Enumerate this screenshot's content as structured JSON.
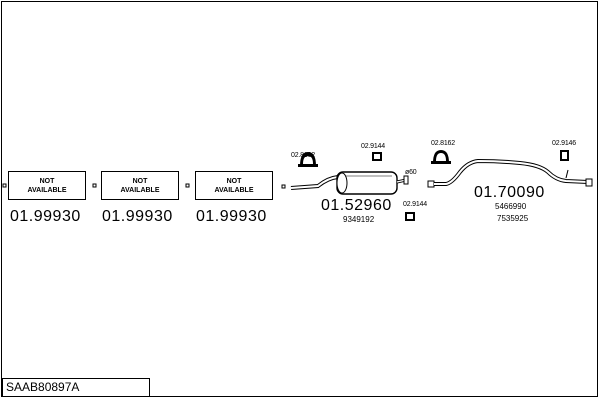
{
  "not_available_boxes": [
    {
      "line1": "NOT",
      "line2": "AVAILABLE",
      "part": "01.99930"
    },
    {
      "line1": "NOT",
      "line2": "AVAILABLE",
      "part": "01.99930"
    },
    {
      "line1": "NOT",
      "line2": "AVAILABLE",
      "part": "01.99930"
    }
  ],
  "middle_section": {
    "part": "01.52960",
    "oe_ref": "9349192",
    "clamp_label": "ø60",
    "hanger_left": "02.8162",
    "hanger_top": "02.9144",
    "hanger_bottom": "02.9144"
  },
  "rear_section": {
    "part": "01.70090",
    "oe_ref_1": "5466990",
    "oe_ref_2": "7535925",
    "hanger_left": "02.8162",
    "hanger_right": "02.9146"
  },
  "footer": {
    "code": "SAAB80897A"
  },
  "icons": [
    "rubber-hanger-icon",
    "rubber-mount-icon",
    "exhaust-pipe-icon",
    "muffler-icon",
    "clamp-icon"
  ]
}
